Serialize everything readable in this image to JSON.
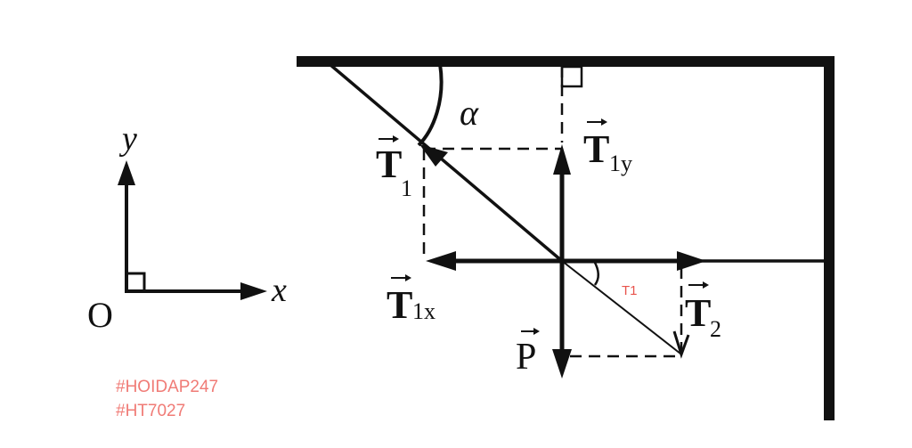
{
  "axes": {
    "origin_label": "O",
    "x_label": "x",
    "y_label": "y"
  },
  "angle_label": "α",
  "vectors": {
    "t1": {
      "symbol": "T",
      "subscript": "1"
    },
    "t1y": {
      "symbol": "T",
      "subscript": "1y"
    },
    "t1x": {
      "symbol": "T",
      "subscript": "1x"
    },
    "t2": {
      "symbol": "T",
      "subscript": "2"
    },
    "p": {
      "symbol": "P",
      "subscript": ""
    }
  },
  "resultant_label": "T1",
  "tags": [
    "#HOIDAP247",
    "#HT7027"
  ],
  "colors": {
    "ink": "#111111",
    "tag": "#f07b76",
    "annotation": "#e8534c"
  }
}
